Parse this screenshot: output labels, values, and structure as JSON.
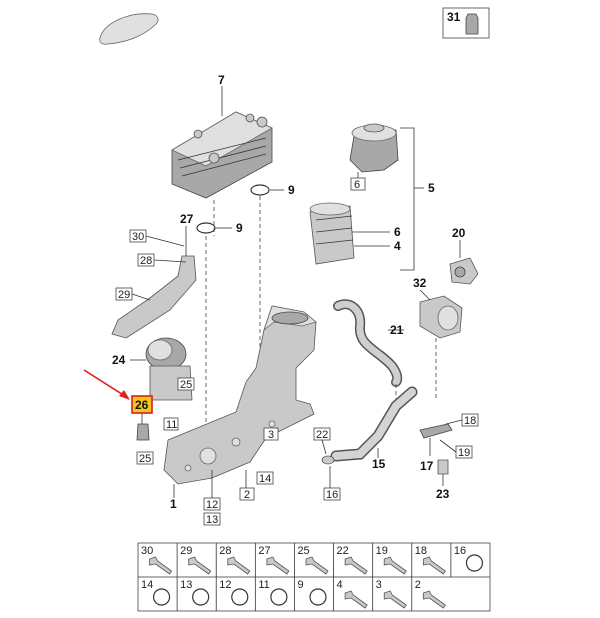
{
  "labels": {
    "p1": "1",
    "p2": "2",
    "p3": "3",
    "p4": "4",
    "p5": "5",
    "p6": "6",
    "p6box": "6",
    "p7": "7",
    "p9a": "9",
    "p9b": "9",
    "p11": "11",
    "p12": "12",
    "p13": "13",
    "p14": "14",
    "p15": "15",
    "p16": "16",
    "p17": "17",
    "p18": "18",
    "p19": "19",
    "p20": "20",
    "p21": "21",
    "p22": "22",
    "p23": "23",
    "p24": "24",
    "p25a": "25",
    "p25b": "25",
    "p26": "26",
    "p27": "27",
    "p28": "28",
    "p29": "29",
    "p30": "30",
    "p31": "31",
    "p32": "32"
  },
  "legend_row1": [
    "30",
    "29",
    "28",
    "27",
    "25",
    "22",
    "19",
    "18",
    "16"
  ],
  "legend_row2": [
    "14",
    "13",
    "12",
    "11",
    "9",
    "4",
    "3",
    "2"
  ],
  "colors": {
    "highlight_fill": "#f5c518",
    "highlight_border": "#d62020",
    "arrow": "#e02020"
  }
}
